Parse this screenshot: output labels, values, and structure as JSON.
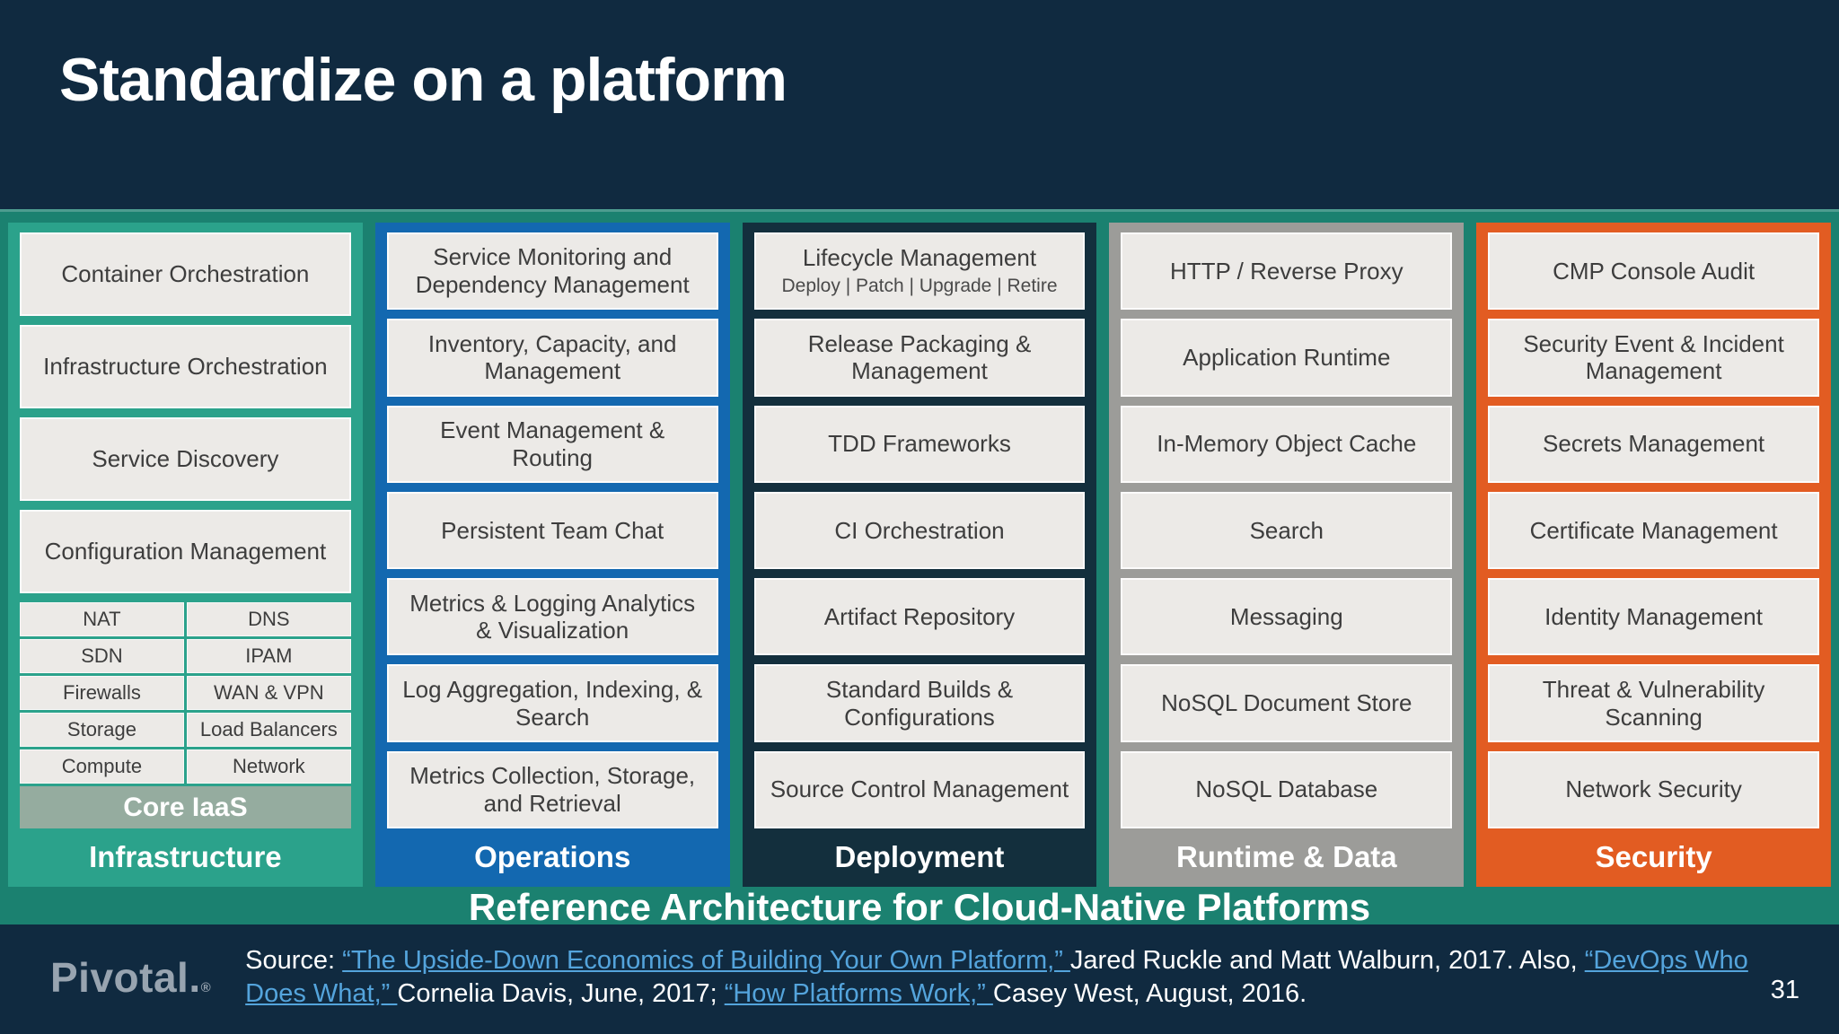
{
  "header": {
    "title": "Standardize on a platform"
  },
  "board": {
    "banner": "Reference Architecture for Cloud-Native Platforms",
    "background_color": "#1b8170",
    "cell_bg_color": "#eceae7",
    "columns": [
      {
        "label": "Infrastructure",
        "color": "#2ba28b",
        "items": [
          {
            "title": "Container Orchestration"
          },
          {
            "title": "Infrastructure Orchestration"
          },
          {
            "title": "Service Discovery"
          },
          {
            "title": "Configuration Management"
          }
        ],
        "iaas": {
          "label": "Core IaaS",
          "band_color": "#95ac9f",
          "rows": [
            [
              "NAT",
              "DNS"
            ],
            [
              "SDN",
              "IPAM"
            ],
            [
              "Firewalls",
              "WAN & VPN"
            ],
            [
              "Storage",
              "Load Balancers"
            ],
            [
              "Compute",
              "Network"
            ]
          ]
        }
      },
      {
        "label": "Operations",
        "color": "#1368b0",
        "items": [
          {
            "title": "Service Monitoring and Dependency Management"
          },
          {
            "title": "Inventory, Capacity, and Management"
          },
          {
            "title": "Event Management & Routing"
          },
          {
            "title": "Persistent Team Chat"
          },
          {
            "title": "Metrics & Logging Analytics & Visualization"
          },
          {
            "title": "Log Aggregation, Indexing, & Search"
          },
          {
            "title": "Metrics Collection, Storage, and Retrieval"
          }
        ]
      },
      {
        "label": "Deployment",
        "color": "#132f3d",
        "items": [
          {
            "title": "Lifecycle Management",
            "subtitle": "Deploy | Patch | Upgrade | Retire"
          },
          {
            "title": "Release Packaging & Management"
          },
          {
            "title": "TDD Frameworks"
          },
          {
            "title": "CI Orchestration"
          },
          {
            "title": "Artifact Repository"
          },
          {
            "title": "Standard Builds & Configurations"
          },
          {
            "title": "Source Control Management"
          }
        ]
      },
      {
        "label": "Runtime & Data",
        "color": "#9c9c99",
        "items": [
          {
            "title": "HTTP / Reverse Proxy"
          },
          {
            "title": "Application Runtime"
          },
          {
            "title": "In-Memory Object Cache"
          },
          {
            "title": "Search"
          },
          {
            "title": "Messaging"
          },
          {
            "title": "NoSQL Document Store"
          },
          {
            "title": "NoSQL Database"
          }
        ]
      },
      {
        "label": "Security",
        "color": "#e25c22",
        "items": [
          {
            "title": "CMP Console Audit"
          },
          {
            "title": "Security Event & Incident Management"
          },
          {
            "title": "Secrets Management"
          },
          {
            "title": "Certificate Management"
          },
          {
            "title": "Identity Management"
          },
          {
            "title": "Threat & Vulnerability Scanning"
          },
          {
            "title": "Network Security"
          }
        ]
      }
    ]
  },
  "footer": {
    "logo": "Pivotal.",
    "logo_reg": "®",
    "page_number": "31",
    "source_parts": [
      {
        "text": "Source: ",
        "link": false
      },
      {
        "text": "“The Upside-Down Economics of Building Your Own Platform,” ",
        "link": true
      },
      {
        "text": "Jared Ruckle and Matt Walburn, 2017. Also, ",
        "link": false
      },
      {
        "text": "“DevOps Who Does What,” ",
        "link": true
      },
      {
        "text": "Cornelia Davis, June, 2017; ",
        "link": false
      },
      {
        "text": "“How Platforms Work,” ",
        "link": true
      },
      {
        "text": "Casey West, August, 2016.",
        "link": false
      }
    ]
  }
}
